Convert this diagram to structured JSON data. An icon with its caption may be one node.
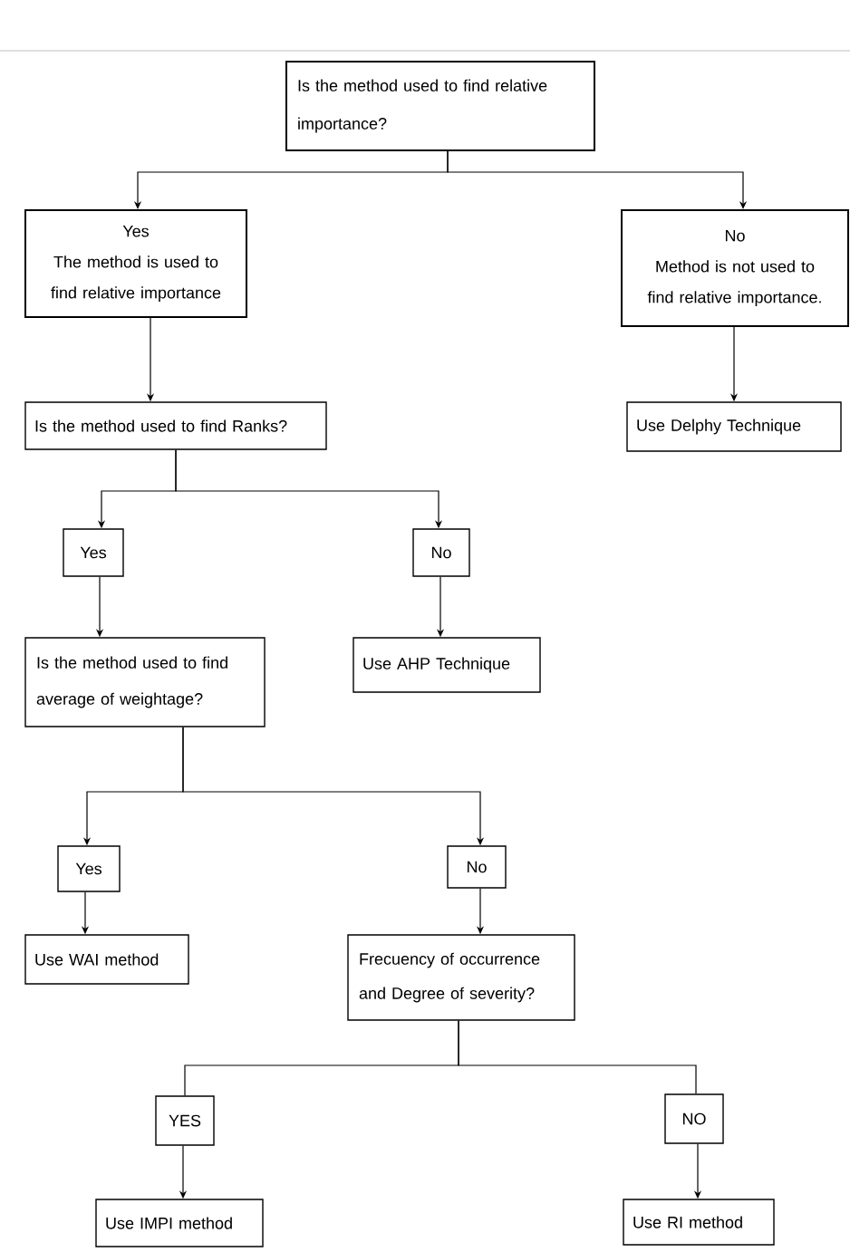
{
  "diagram": {
    "nodes": [
      {
        "text": [
          "Is the method used to find relative importance?"
        ]
      },
      {
        "text": [
          "Yes",
          "The method is used to find relative importance"
        ]
      },
      {
        "text": [
          "No",
          "Method is not used to find relative importance."
        ]
      },
      {
        "text": [
          "Is the method used to find Ranks?"
        ]
      },
      {
        "text": [
          "Use Delphy Technique"
        ]
      },
      {
        "text": [
          "Yes"
        ]
      },
      {
        "text": [
          "No"
        ]
      },
      {
        "text": [
          "Is the method used to find average of weightage?"
        ]
      },
      {
        "text": [
          "Use AHP Technique"
        ]
      },
      {
        "text": [
          "Yes"
        ]
      },
      {
        "text": [
          "No"
        ]
      },
      {
        "text": [
          "Use WAI method"
        ]
      },
      {
        "text": [
          "Frecuency of occurrence and Degree of severity?"
        ]
      },
      {
        "text": [
          "YES"
        ]
      },
      {
        "text": [
          "NO"
        ]
      },
      {
        "text": [
          "Use IMPI method"
        ]
      },
      {
        "text": [
          "Use RI method"
        ]
      }
    ],
    "edges": [
      {
        "from": 0,
        "to": 1,
        "arrow": "to"
      },
      {
        "from": 0,
        "to": 2,
        "arrow": "to"
      },
      {
        "from": 1,
        "to": 3,
        "arrow": "to"
      },
      {
        "from": 2,
        "to": 4,
        "arrow": "to"
      },
      {
        "from": 3,
        "to": 5,
        "arrow": "to"
      },
      {
        "from": 3,
        "to": 6,
        "arrow": "to"
      },
      {
        "from": 5,
        "to": 7,
        "arrow": "to"
      },
      {
        "from": 6,
        "to": 8,
        "arrow": "to"
      },
      {
        "from": 7,
        "to": 9,
        "arrow": "to"
      },
      {
        "from": 7,
        "to": 10,
        "arrow": "to"
      },
      {
        "from": 9,
        "to": 11,
        "arrow": "to"
      },
      {
        "from": 10,
        "to": 12,
        "arrow": "to"
      },
      {
        "from": 12,
        "to": 13,
        "arrow": "none"
      },
      {
        "from": 12,
        "to": 14,
        "arrow": "none"
      },
      {
        "from": 13,
        "to": 15,
        "arrow": "to"
      },
      {
        "from": 14,
        "to": 16,
        "arrow": "to"
      }
    ]
  }
}
